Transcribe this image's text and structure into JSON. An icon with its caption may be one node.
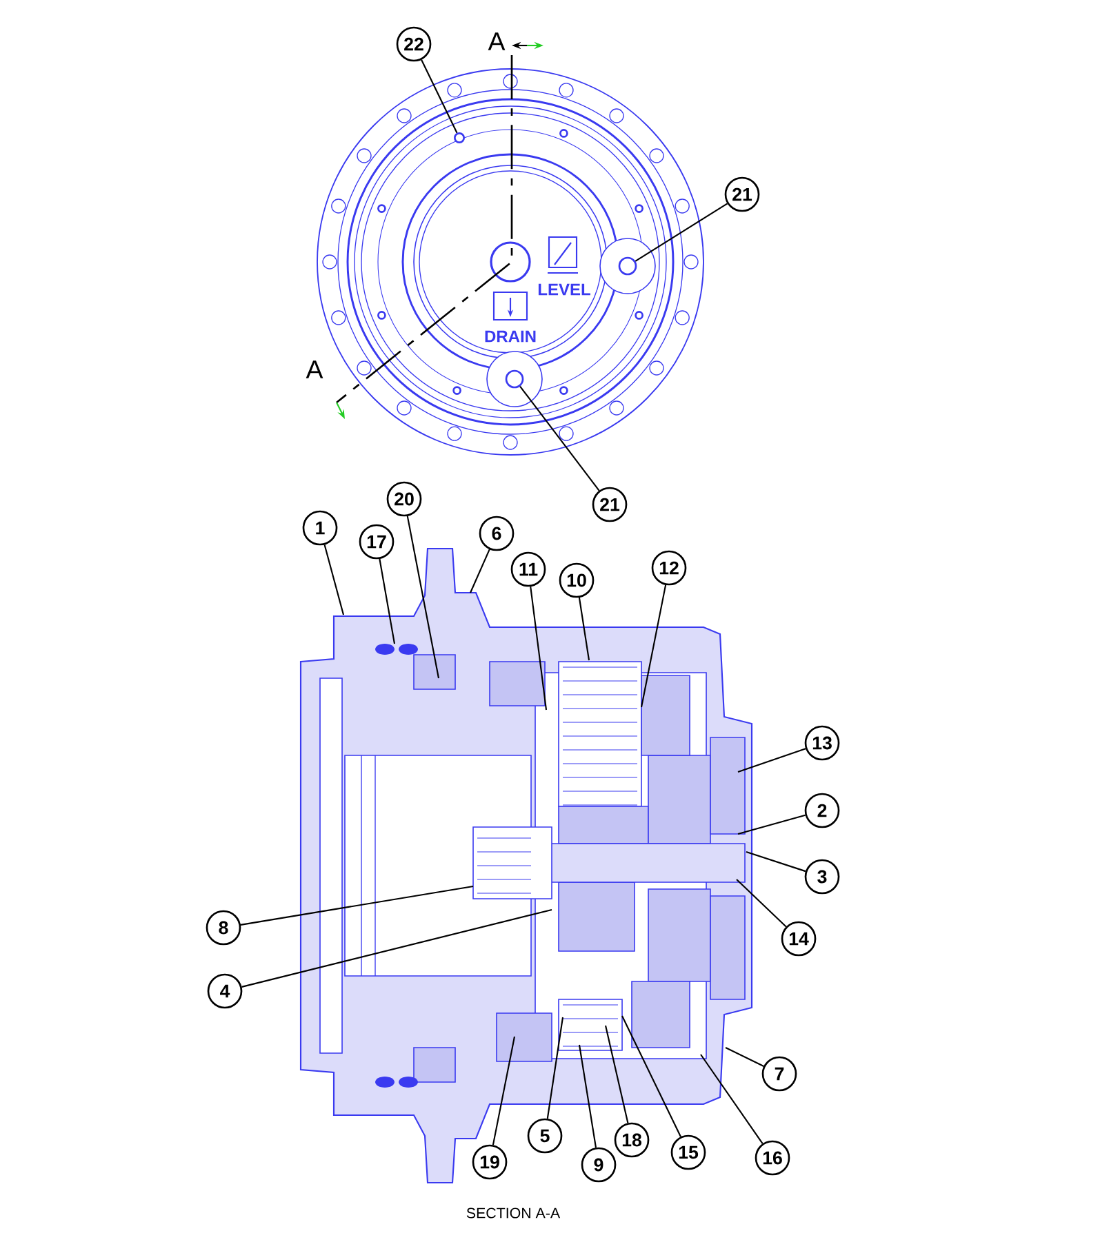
{
  "diagram": {
    "caption": "SECTION A-A",
    "nodes": [
      {
        "text": [
          "22"
        ]
      },
      {
        "text": [
          "21"
        ]
      },
      {
        "text": [
          "21"
        ]
      },
      {
        "text": [
          "20"
        ]
      },
      {
        "text": [
          "1"
        ]
      },
      {
        "text": [
          "17"
        ]
      },
      {
        "text": [
          "6"
        ]
      },
      {
        "text": [
          "11"
        ]
      },
      {
        "text": [
          "10"
        ]
      },
      {
        "text": [
          "12"
        ]
      },
      {
        "text": [
          "13"
        ]
      },
      {
        "text": [
          "2"
        ]
      },
      {
        "text": [
          "3"
        ]
      },
      {
        "text": [
          "8"
        ]
      },
      {
        "text": [
          "14"
        ]
      },
      {
        "text": [
          "4"
        ]
      },
      {
        "text": [
          "7"
        ]
      },
      {
        "text": [
          "5"
        ]
      },
      {
        "text": [
          "18"
        ]
      },
      {
        "text": [
          "15"
        ]
      },
      {
        "text": [
          "19"
        ]
      },
      {
        "text": [
          "16"
        ]
      },
      {
        "text": [
          "9"
        ]
      },
      {
        "text": [],
        "shape": "circle"
      },
      {
        "text": [],
        "shape": "circle"
      },
      {
        "text": [],
        "shape": "circle"
      }
    ],
    "edges": [
      {
        "from": 0,
        "to": 23,
        "arrow": "none"
      },
      {
        "from": 1,
        "to": 24,
        "arrow": "none"
      },
      {
        "from": 2,
        "to": 25,
        "arrow": "none"
      },
      {
        "from": 3,
        "to": null,
        "arrow": "none"
      },
      {
        "from": 4,
        "to": null,
        "arrow": "none"
      },
      {
        "from": 5,
        "to": null,
        "arrow": "none"
      },
      {
        "from": 6,
        "to": null,
        "arrow": "none"
      },
      {
        "from": 7,
        "to": null,
        "arrow": "none"
      },
      {
        "from": 8,
        "to": null,
        "arrow": "none"
      },
      {
        "from": 9,
        "to": null,
        "arrow": "none"
      },
      {
        "from": 10,
        "to": null,
        "arrow": "none"
      },
      {
        "from": 11,
        "to": null,
        "arrow": "none"
      },
      {
        "from": 12,
        "to": null,
        "arrow": "none"
      },
      {
        "from": 13,
        "to": null,
        "arrow": "none"
      },
      {
        "from": 14,
        "to": null,
        "arrow": "none"
      },
      {
        "from": 15,
        "to": null,
        "arrow": "none"
      },
      {
        "from": 16,
        "to": null,
        "arrow": "none"
      },
      {
        "from": 17,
        "to": null,
        "arrow": "none"
      },
      {
        "from": 18,
        "to": null,
        "arrow": "none"
      },
      {
        "from": 19,
        "to": null,
        "arrow": "none"
      },
      {
        "from": 20,
        "to": null,
        "arrow": "none"
      },
      {
        "from": 21,
        "to": null,
        "arrow": "none"
      },
      {
        "from": 22,
        "to": null,
        "arrow": "none"
      }
    ],
    "labels": [
      "A",
      "LEVEL",
      "DRAIN",
      "A"
    ]
  }
}
